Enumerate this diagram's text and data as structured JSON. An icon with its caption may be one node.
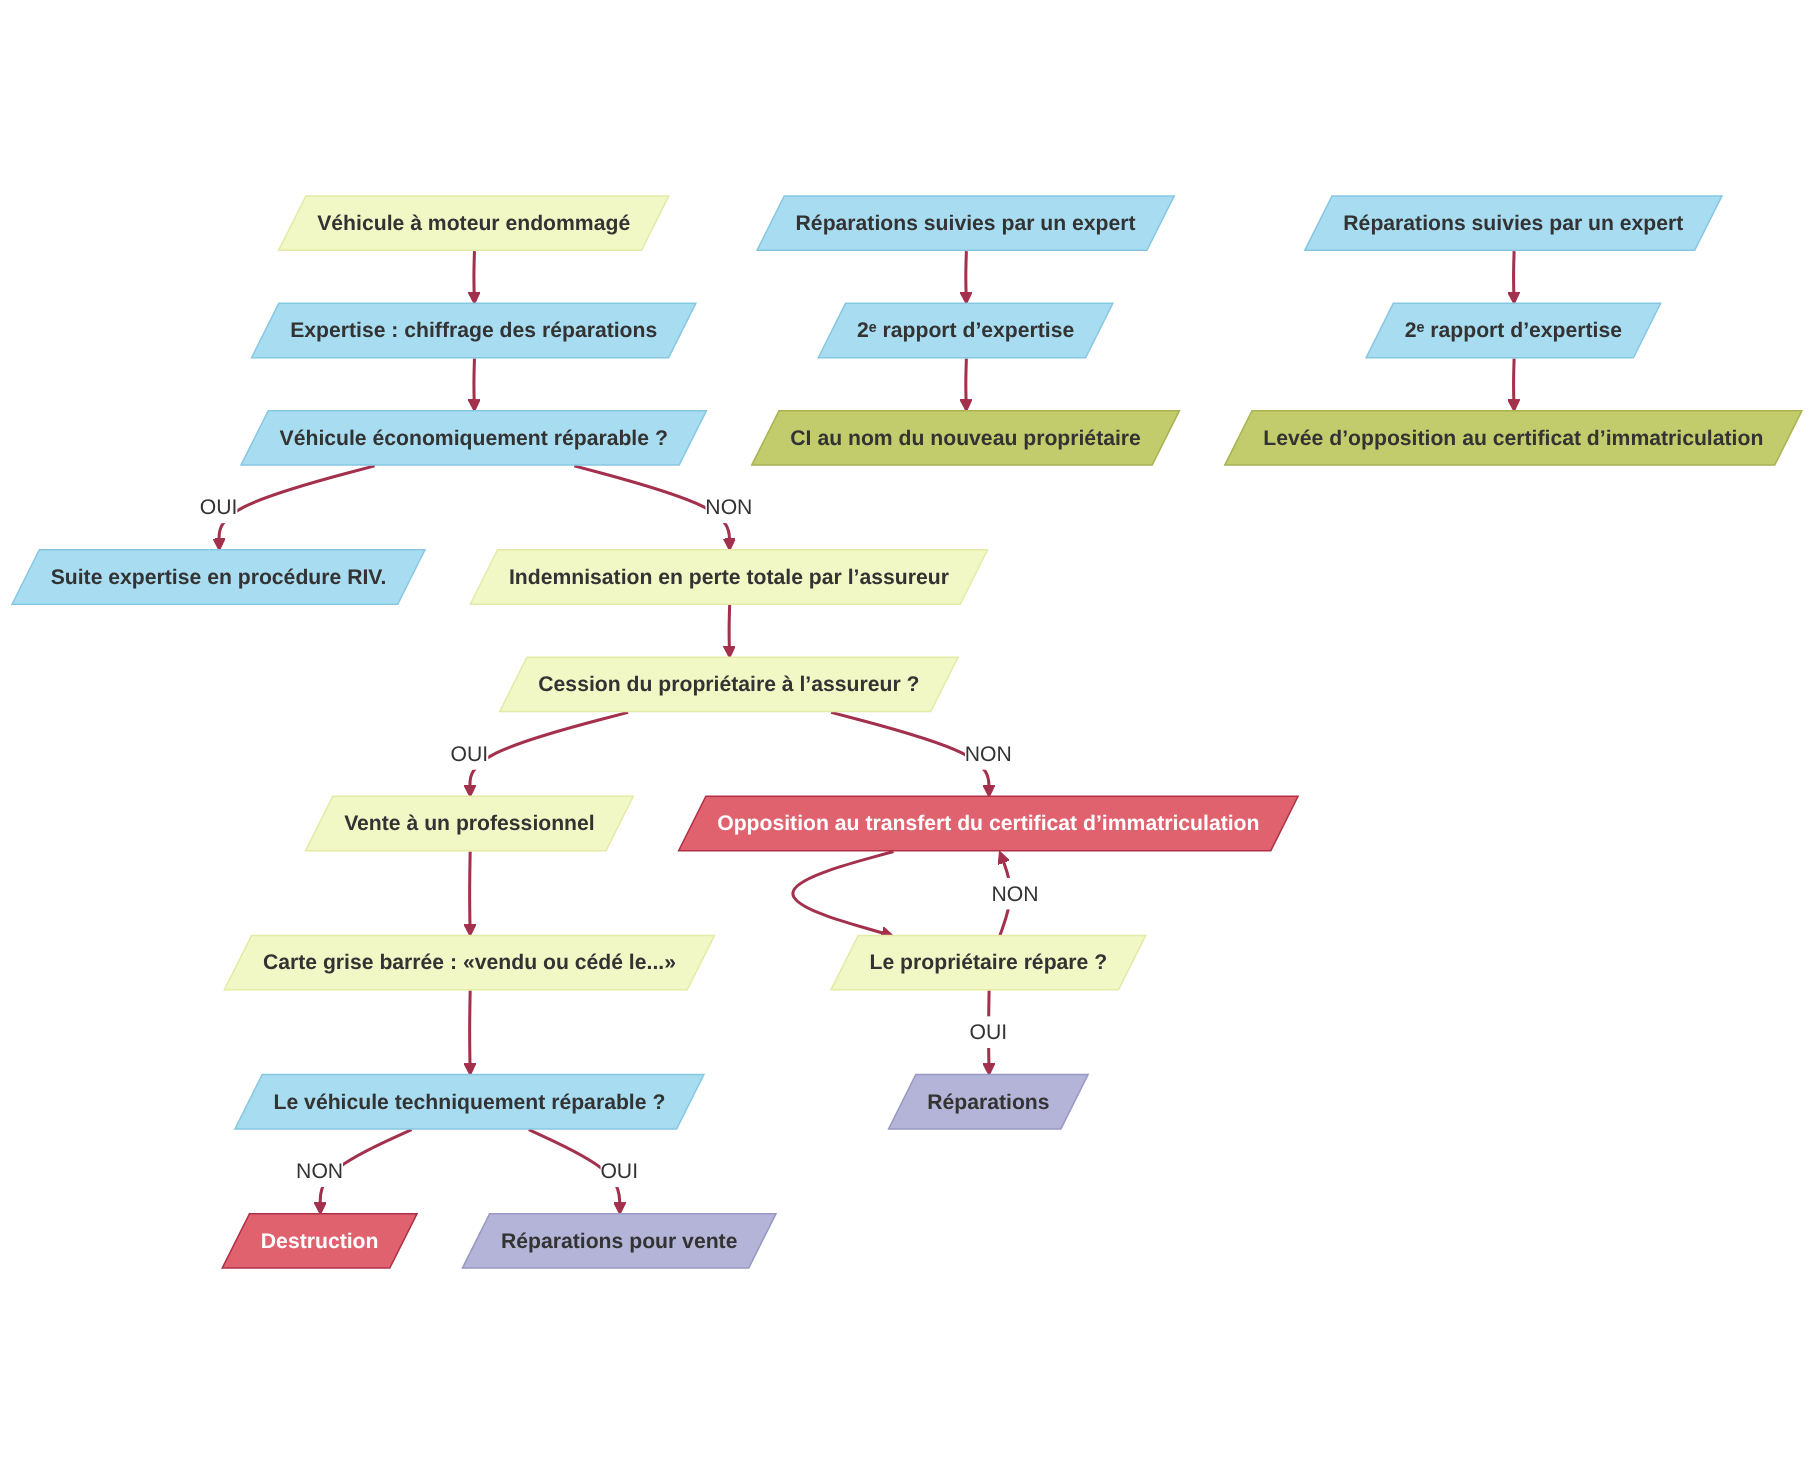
{
  "diagram": {
    "nodes": [
      {
        "text": [
          "Véhicule à moteur endommagé"
        ]
      },
      {
        "text": [
          "Expertise : chiffrage des réparations"
        ]
      },
      {
        "text": [
          "Véhicule économiquement réparable ?"
        ]
      },
      {
        "text": [
          "Suite expertise en procédure RIV."
        ]
      },
      {
        "text": [
          "Indemnisation en perte totale par l’assureur"
        ]
      },
      {
        "text": [
          "Cession du propriétaire à l’assureur ?"
        ]
      },
      {
        "text": [
          "Opposition au transfert du certificat d’immatriculation"
        ]
      },
      {
        "text": [
          "Vente à un professionnel"
        ]
      },
      {
        "text": [
          "Carte grise barrée : «vendu ou cédé le...»"
        ]
      },
      {
        "text": [
          "Le véhicule techniquement réparable ?"
        ]
      },
      {
        "text": [
          "Destruction"
        ]
      },
      {
        "text": [
          "Réparations pour vente"
        ]
      },
      {
        "text": [
          "Réparations suivies par un expert"
        ]
      },
      {
        "text": [
          "2ᵉ rapport d’expertise"
        ]
      },
      {
        "text": [
          "CI au nom du nouveau propriétaire"
        ]
      },
      {
        "text": [
          "Le propriétaire répare ?"
        ]
      },
      {
        "text": [
          "Réparations"
        ]
      },
      {
        "text": [
          "Réparations suivies par un expert"
        ]
      },
      {
        "text": [
          "2ᵉ rapport d’expertise"
        ]
      },
      {
        "text": [
          "Levée d’opposition au certificat d’immatriculation"
        ]
      }
    ],
    "edges": [
      {
        "from": 0,
        "to": 1,
        "arrow": "to"
      },
      {
        "from": 1,
        "to": 2,
        "arrow": "to"
      },
      {
        "from": 2,
        "to": 3,
        "arrow": "to",
        "label": "OUI"
      },
      {
        "from": 2,
        "to": 4,
        "arrow": "to",
        "label": "NON"
      },
      {
        "from": 4,
        "to": 5,
        "arrow": "to"
      },
      {
        "from": 5,
        "to": 6,
        "arrow": "to",
        "label": "NON"
      },
      {
        "from": 5,
        "to": 7,
        "arrow": "to",
        "label": "OUI"
      },
      {
        "from": 7,
        "to": 8,
        "arrow": "to"
      },
      {
        "from": 8,
        "to": 9,
        "arrow": "to"
      },
      {
        "from": 9,
        "to": 10,
        "arrow": "to",
        "label": "NON"
      },
      {
        "from": 9,
        "to": 11,
        "arrow": "to",
        "label": "OUI"
      },
      {
        "from": 12,
        "to": 13,
        "arrow": "to"
      },
      {
        "from": 13,
        "to": 14,
        "arrow": "to"
      },
      {
        "from": 6,
        "to": 15,
        "arrow": "to"
      },
      {
        "from": 15,
        "to": 6,
        "arrow": "to",
        "label": "NON"
      },
      {
        "from": 15,
        "to": 16,
        "arrow": "to",
        "label": "OUI"
      },
      {
        "from": 17,
        "to": 18,
        "arrow": "to"
      },
      {
        "from": 18,
        "to": 19,
        "arrow": "to"
      }
    ]
  }
}
